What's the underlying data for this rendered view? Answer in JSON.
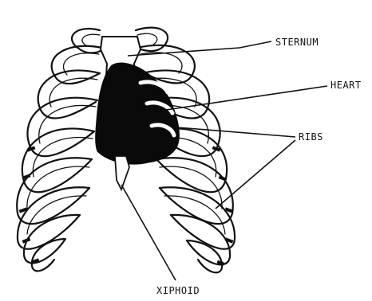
{
  "labels": {
    "sternum": "STERNUM",
    "heart": "HEART",
    "ribs": "RIBS",
    "xiphoid": "XIPHOID"
  },
  "colors": {
    "ink": "#111111",
    "background": "#ffffff",
    "heart_fill": "#0a0a0a"
  }
}
